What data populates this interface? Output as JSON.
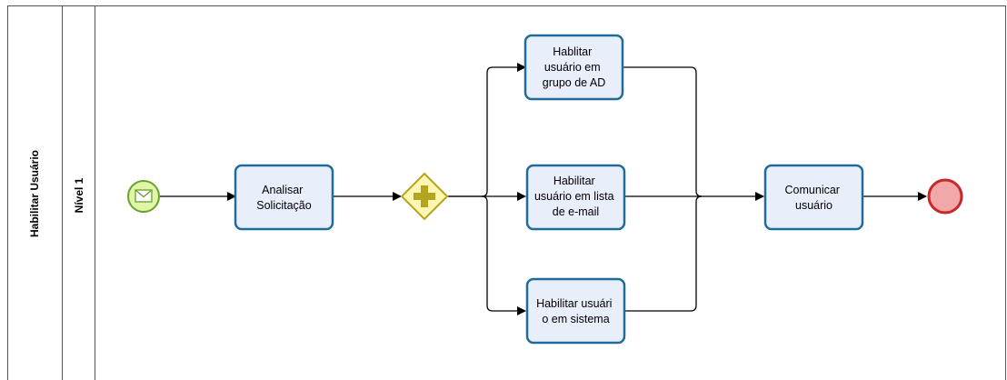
{
  "pool": {
    "label": "Habilitar Usuário",
    "lane": {
      "label": "Nível 1"
    }
  },
  "tasks": [
    {
      "id": "analisar",
      "lines": [
        "Analisar",
        "Solicitação"
      ]
    },
    {
      "id": "grupo-ad",
      "lines": [
        "Hablitar",
        "usuário em",
        "grupo de AD"
      ]
    },
    {
      "id": "lista-email",
      "lines": [
        "Habilitar",
        "usuário em lista",
        "de e-mail"
      ]
    },
    {
      "id": "sistema",
      "lines": [
        "Habilitar usuári",
        "o em sistema"
      ]
    },
    {
      "id": "comunicar",
      "lines": [
        "Comunicar",
        "usuário"
      ]
    }
  ],
  "events": {
    "start": {
      "type": "message-start",
      "icon": "envelope-icon"
    },
    "end": {
      "type": "end"
    }
  },
  "gateway": {
    "type": "parallel",
    "icon": "plus-icon"
  },
  "colors": {
    "task_fill": "#e9eefb",
    "task_stroke": "#1f6b99",
    "start_fill": "#dff5a8",
    "start_stroke": "#6aa12a",
    "end_fill": "#f2a8a8",
    "end_stroke": "#c62828",
    "gateway_fill": "#fbf7b0",
    "gateway_stroke": "#b5a420",
    "line": "#000000",
    "border": "#555555"
  }
}
